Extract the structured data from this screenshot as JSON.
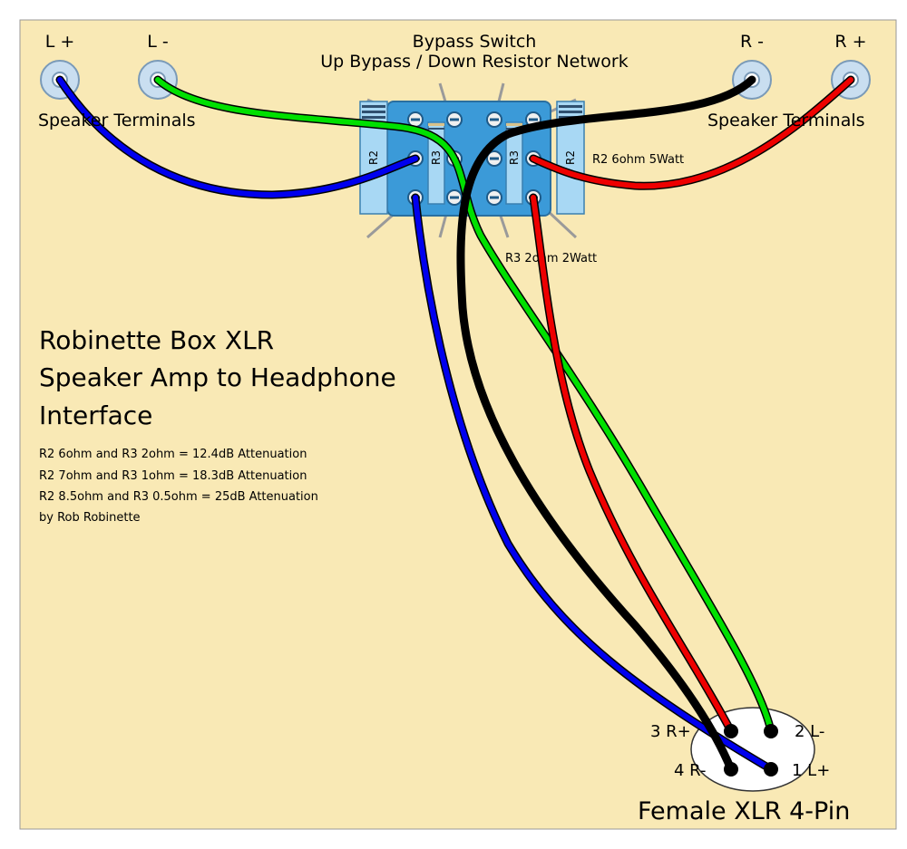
{
  "terminals": {
    "l_plus": "L +",
    "l_minus": "L -",
    "r_minus": "R -",
    "r_plus": "R +",
    "left_caption": "Speaker Terminals",
    "right_caption": "Speaker Terminals"
  },
  "switch": {
    "title_line1": "Bypass Switch",
    "title_line2": "Up Bypass / Down Resistor Network"
  },
  "resistors": {
    "r2_left": "R2",
    "r3_left": "R3",
    "r3_right": "R3",
    "r2_right": "R2",
    "r2_spec": "R2 6ohm 5Watt",
    "r3_spec": "R3 2ohm 2Watt"
  },
  "title": {
    "line1": "Robinette Box XLR",
    "line2": "Speaker Amp to Headphone",
    "line3": "Interface"
  },
  "notes": [
    "R2 6ohm and R3 2ohm = 12.4dB Attenuation",
    "R2 7ohm and R3 1ohm = 18.3dB Attenuation",
    "R2 8.5ohm and R3 0.5ohm = 25dB Attenuation",
    "by Rob Robinette"
  ],
  "xlr": {
    "pin3": "3 R+",
    "pin2": "2 L-",
    "pin4": "4 R-",
    "pin1": "1 L+",
    "caption": "Female XLR 4-Pin"
  },
  "colors": {
    "board": "#f9e9b5",
    "border": "#999999",
    "wire_blue": "#0000ee",
    "wire_green": "#00e000",
    "wire_black": "#000000",
    "wire_red": "#ee0000",
    "switch_body": "#3b9ad8",
    "resistor": "#a8d8f4"
  }
}
